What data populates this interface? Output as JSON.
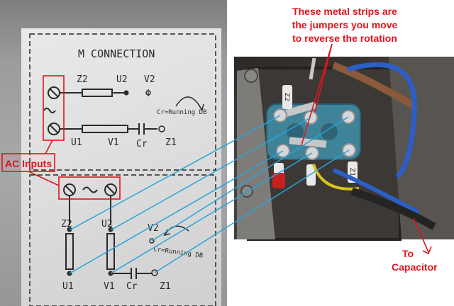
{
  "plate": {
    "title": "M CONNECTION",
    "top": {
      "z2": "Z2",
      "u2": "U2",
      "v2": "V2",
      "u1": "U1",
      "v1": "V1",
      "cr": "Cr",
      "z1": "Z1",
      "note": "Cr=Running DB"
    },
    "bottom": {
      "z2": "Z2",
      "u2": "U2",
      "v2": "V2",
      "u1": "U1",
      "v1": "V1",
      "cr": "Cr",
      "z1": "Z1",
      "note": "Cr=Running DB"
    }
  },
  "callouts": {
    "ac_inputs": "AC Inputs",
    "jumpers_line1": "These metal strips are",
    "jumpers_line2": "the jumpers you move",
    "jumpers_line3": "to reverse the rotation",
    "to": "To",
    "capacitor": "Capacitor"
  },
  "terminal_labels": {
    "z2_tag": "Z2",
    "z1_tag": "Z1"
  },
  "colors": {
    "callout_red": "#e0141e",
    "connector_blue": "#29a3dc",
    "ink": "#2a2a2a",
    "wire_blue": "#2b5fc7",
    "wire_brown": "#8b5a3c",
    "wire_yellow": "#d9c51c"
  }
}
